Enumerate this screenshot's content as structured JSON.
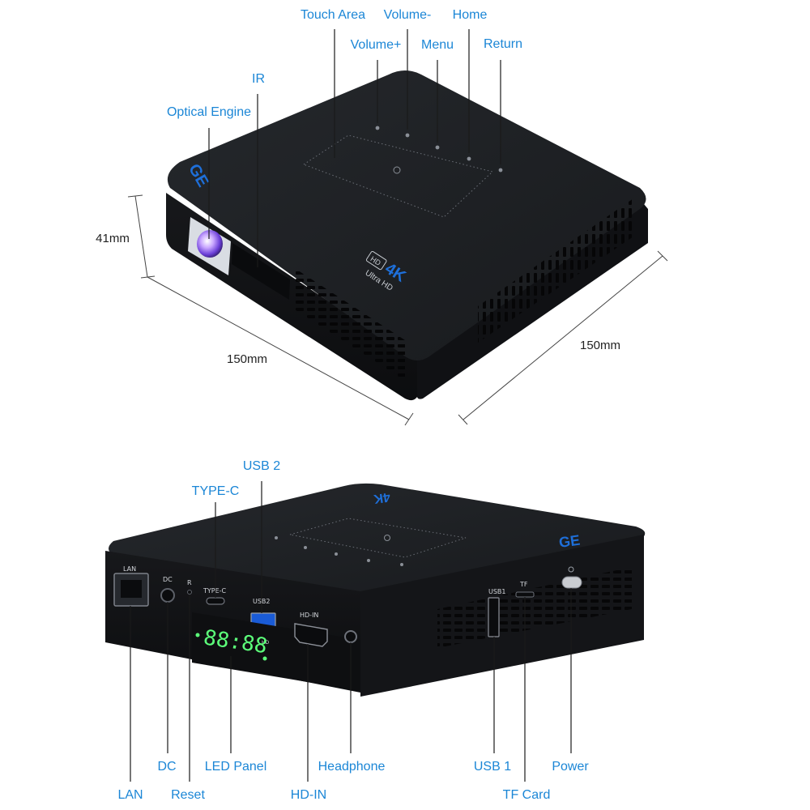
{
  "colors": {
    "label": "#1b86d6",
    "leader": "#1a1a1a",
    "body_top": "#1c1e21",
    "body_side": "#121316",
    "accent_blue": "#1e6fd9",
    "led_green": "#5cff7a"
  },
  "top_view": {
    "labels": {
      "touch_area": "Touch Area",
      "volume_minus": "Volume-",
      "home": "Home",
      "volume_plus": "Volume+",
      "menu": "Menu",
      "return": "Return",
      "ir": "IR",
      "optical_engine": "Optical Engine"
    },
    "dimensions": {
      "height": "41mm",
      "width": "150mm",
      "depth": "150mm"
    },
    "device_text": {
      "brand_logo": "GE",
      "badge_4k": "4K",
      "badge_hd": "HD",
      "ultra_hd": "Ultra HD"
    }
  },
  "rear_view": {
    "labels": {
      "usb2": "USB 2",
      "type_c": "TYPE-C",
      "lan": "LAN",
      "dc": "DC",
      "reset": "Reset",
      "led_panel": "LED Panel",
      "hd_in": "HD-IN",
      "headphone": "Headphone",
      "usb1": "USB 1",
      "tf_card": "TF Card",
      "power": "Power"
    },
    "port_silkscreen": {
      "lan": "LAN",
      "dc": "DC",
      "r": "R",
      "type_c": "TYPE-C",
      "usb2": "USB2",
      "hd_in": "HD-IN",
      "usb1": "USB1",
      "tf": "TF",
      "hd": "HD"
    },
    "led_display": "88:88",
    "device_text": {
      "brand_logo": "GE",
      "badge_4k": "4K"
    }
  }
}
